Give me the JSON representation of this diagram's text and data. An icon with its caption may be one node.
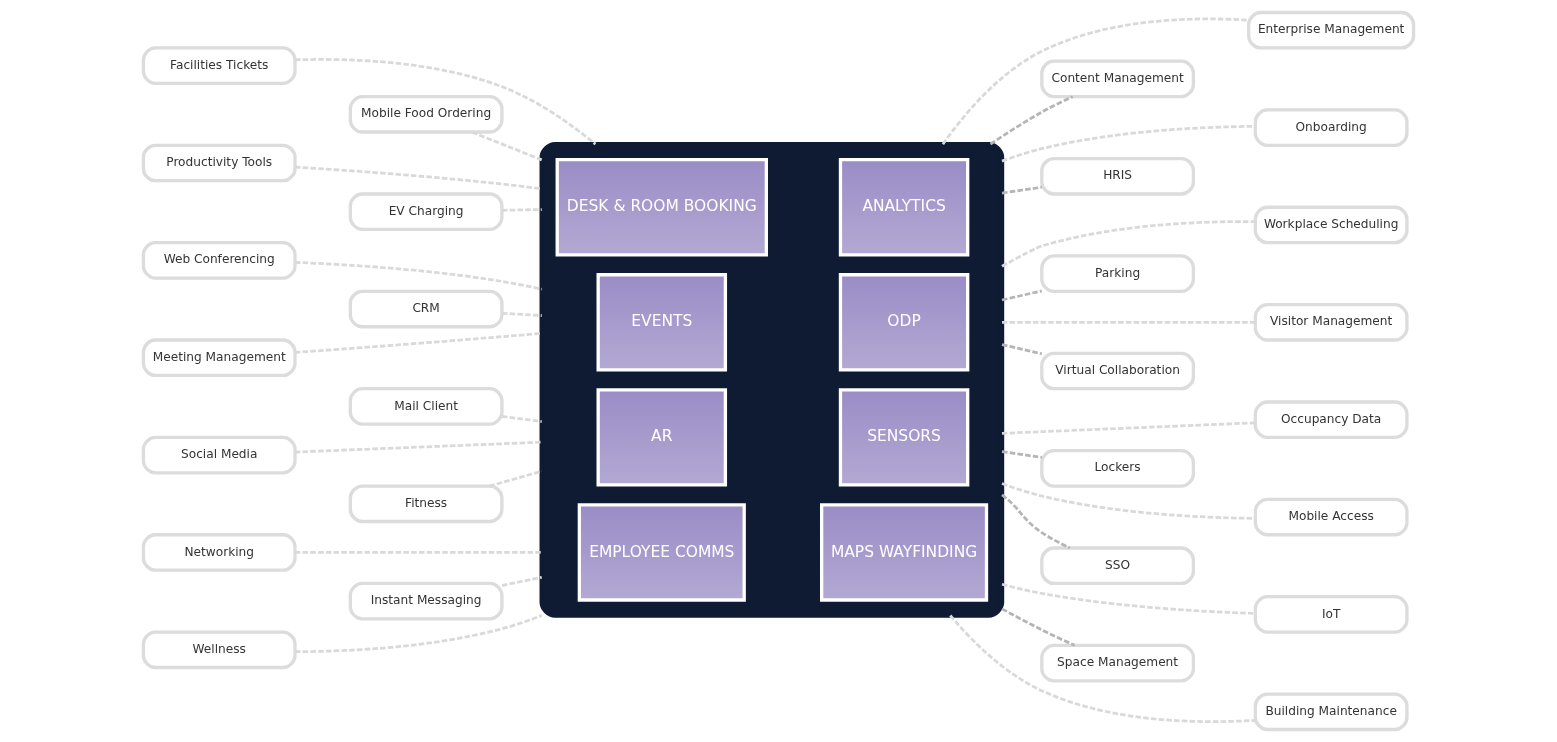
{
  "diagram": {
    "nodes": [
      {
        "text": [],
        "shape": "box"
      },
      {
        "text": [
          "DESK & ROOM BOOKING"
        ],
        "in": 0
      },
      {
        "text": [
          "ANALYTICS"
        ],
        "in": 0
      },
      {
        "text": [
          "EVENTS"
        ],
        "in": 0
      },
      {
        "text": [
          "ODP"
        ],
        "in": 0
      },
      {
        "text": [
          "AR"
        ],
        "in": 0
      },
      {
        "text": [
          "SENSORS"
        ],
        "in": 0
      },
      {
        "text": [
          "EMPLOYEE COMMS"
        ],
        "in": 0
      },
      {
        "text": [
          "MAPS WAYFINDING"
        ],
        "in": 0
      },
      {
        "text": [
          "Facilities Tickets"
        ]
      },
      {
        "text": [
          "Mobile Food Ordering"
        ]
      },
      {
        "text": [
          "Productivity Tools"
        ]
      },
      {
        "text": [
          "EV Charging"
        ]
      },
      {
        "text": [
          "Web Conferencing"
        ]
      },
      {
        "text": [
          "CRM"
        ]
      },
      {
        "text": [
          "Meeting Management"
        ]
      },
      {
        "text": [
          "Mail Client"
        ]
      },
      {
        "text": [
          "Social Media"
        ]
      },
      {
        "text": [
          "Fitness"
        ]
      },
      {
        "text": [
          "Networking"
        ]
      },
      {
        "text": [
          "Instant Messaging"
        ]
      },
      {
        "text": [
          "Wellness"
        ]
      },
      {
        "text": [
          "Enterprise Management"
        ]
      },
      {
        "text": [
          "Content Management"
        ]
      },
      {
        "text": [
          "Onboarding"
        ]
      },
      {
        "text": [
          "HRIS"
        ]
      },
      {
        "text": [
          "Workplace Scheduling"
        ]
      },
      {
        "text": [
          "Parking"
        ]
      },
      {
        "text": [
          "Visitor Management"
        ]
      },
      {
        "text": [
          "Virtual Collaboration"
        ]
      },
      {
        "text": [
          "Occupancy Data"
        ]
      },
      {
        "text": [
          "Lockers"
        ]
      },
      {
        "text": [
          "Mobile Access"
        ]
      },
      {
        "text": [
          "SSO"
        ]
      },
      {
        "text": [
          "IoT"
        ]
      },
      {
        "text": [
          "Space Management"
        ]
      },
      {
        "text": [
          "Building Maintenance"
        ]
      }
    ],
    "edges": [
      {
        "from": 9,
        "to": 0,
        "arrow": "none",
        "style": "dashed"
      },
      {
        "from": 10,
        "to": 0,
        "arrow": "none",
        "style": "dashed"
      },
      {
        "from": 11,
        "to": 0,
        "arrow": "none",
        "style": "dashed"
      },
      {
        "from": 12,
        "to": 0,
        "arrow": "none",
        "style": "dashed"
      },
      {
        "from": 13,
        "to": 0,
        "arrow": "none",
        "style": "dashed"
      },
      {
        "from": 14,
        "to": 0,
        "arrow": "none",
        "style": "dashed"
      },
      {
        "from": 15,
        "to": 0,
        "arrow": "none",
        "style": "dashed"
      },
      {
        "from": 16,
        "to": 0,
        "arrow": "none",
        "style": "dashed"
      },
      {
        "from": 17,
        "to": 0,
        "arrow": "none",
        "style": "dashed"
      },
      {
        "from": 18,
        "to": 0,
        "arrow": "none",
        "style": "dashed"
      },
      {
        "from": 19,
        "to": 0,
        "arrow": "none",
        "style": "dashed"
      },
      {
        "from": 20,
        "to": 0,
        "arrow": "none",
        "style": "dashed"
      },
      {
        "from": 21,
        "to": 0,
        "arrow": "none",
        "style": "dashed"
      },
      {
        "from": 0,
        "to": 22,
        "arrow": "none",
        "style": "dashed"
      },
      {
        "from": 0,
        "to": 23,
        "arrow": "none",
        "style": "dashed",
        "color": "#b5b5b5"
      },
      {
        "from": 0,
        "to": 24,
        "arrow": "none",
        "style": "dashed"
      },
      {
        "from": 0,
        "to": 25,
        "arrow": "none",
        "style": "dashed",
        "color": "#b5b5b5"
      },
      {
        "from": 0,
        "to": 26,
        "arrow": "none",
        "style": "dashed"
      },
      {
        "from": 0,
        "to": 27,
        "arrow": "none",
        "style": "dashed",
        "color": "#b5b5b5"
      },
      {
        "from": 0,
        "to": 28,
        "arrow": "none",
        "style": "dashed"
      },
      {
        "from": 0,
        "to": 29,
        "arrow": "none",
        "style": "dashed",
        "color": "#b5b5b5"
      },
      {
        "from": 0,
        "to": 30,
        "arrow": "none",
        "style": "dashed"
      },
      {
        "from": 0,
        "to": 31,
        "arrow": "none",
        "style": "dashed",
        "color": "#b5b5b5"
      },
      {
        "from": 0,
        "to": 32,
        "arrow": "none",
        "style": "dashed"
      },
      {
        "from": 0,
        "to": 33,
        "arrow": "none",
        "style": "dashed",
        "color": "#b5b5b5"
      },
      {
        "from": 0,
        "to": 34,
        "arrow": "none",
        "style": "dashed"
      },
      {
        "from": 0,
        "to": 35,
        "arrow": "none",
        "style": "dashed",
        "color": "#b5b5b5"
      },
      {
        "from": 0,
        "to": 36,
        "arrow": "none",
        "style": "dashed"
      }
    ]
  }
}
